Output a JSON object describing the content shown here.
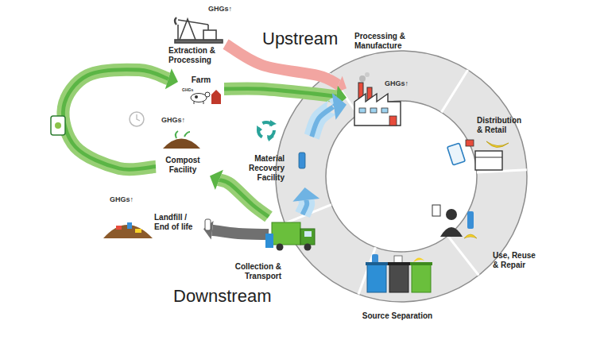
{
  "diagram": {
    "nodes": [
      {
        "text": [
          "Extraction & Processing"
        ]
      },
      {
        "text": [
          "Processing & Manufacture"
        ]
      },
      {
        "text": [
          "Distribution & Retail"
        ]
      },
      {
        "text": [
          "Use, Reuse & Repair"
        ]
      },
      {
        "text": [
          "Source Separation"
        ]
      },
      {
        "text": [
          "Collection & Transport"
        ]
      },
      {
        "text": [
          "Landfill / End of life"
        ]
      },
      {
        "text": [
          "Compost Facility"
        ]
      },
      {
        "text": [
          "Farm"
        ]
      },
      {
        "text": [
          "Material Recovery Facility"
        ]
      }
    ],
    "edges": [
      {
        "from": 0,
        "to": 1,
        "arrow": "to"
      },
      {
        "from": 5,
        "to": 6,
        "arrow": "to"
      },
      {
        "from": 5,
        "to": 7,
        "arrow": "to"
      },
      {
        "from": 7,
        "to": 8,
        "arrow": "to"
      },
      {
        "from": 8,
        "to": 1,
        "arrow": "to"
      },
      {
        "from": 5,
        "to": 9,
        "arrow": "to"
      },
      {
        "from": 9,
        "to": 1,
        "arrow": "to"
      }
    ],
    "labels": [
      "Upstream",
      "Downstream",
      "GHGs↑",
      "GHGs↑",
      "GHGs↑",
      "GHGs↑",
      "GHGs"
    ]
  }
}
